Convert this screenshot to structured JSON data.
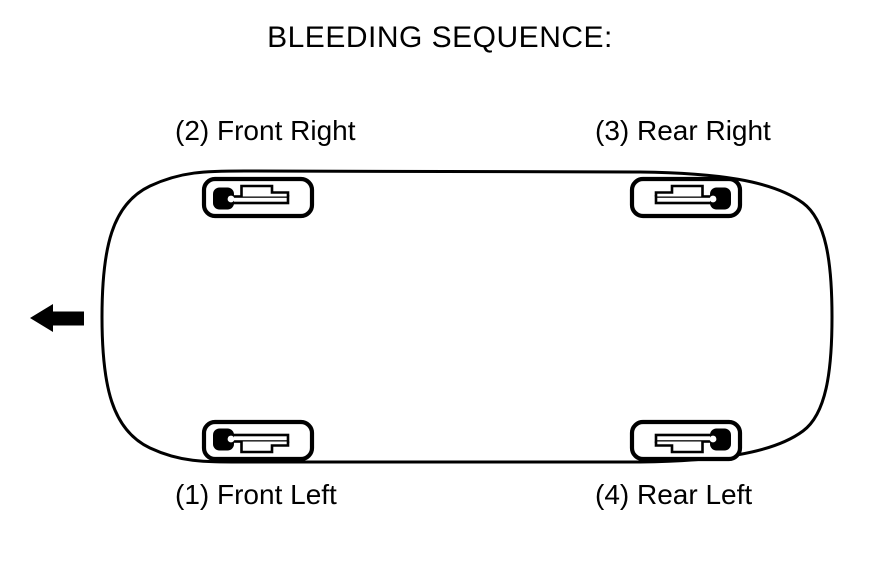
{
  "title": "BLEEDING SEQUENCE:",
  "wheel_labels": {
    "front_right": "(2) Front Right",
    "rear_right": "(3) Rear Right",
    "front_left": "(1) Front Left",
    "rear_left": "(4) Rear Left"
  },
  "colors": {
    "ink": "#000000",
    "background": "#ffffff"
  }
}
